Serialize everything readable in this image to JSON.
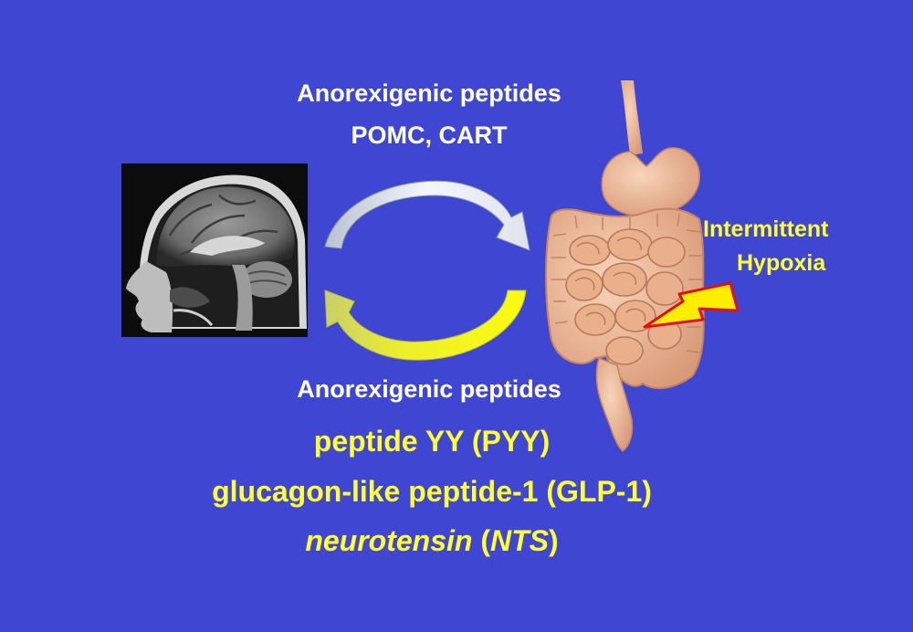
{
  "top": {
    "heading": "Anorexigenic peptides",
    "peptides": "POMC, CART"
  },
  "bottom": {
    "heading": "Anorexigenic peptides",
    "pyy": "peptide YY (PYY)",
    "glp1": "glucagon-like peptide-1 (GLP-1)",
    "nts_name": "neurotensin",
    "nts_open": " (",
    "nts_abbr": "NTS",
    "nts_close": ")"
  },
  "stimulus": {
    "line1": "Intermittent",
    "line2": "Hypoxia"
  },
  "colors": {
    "background": "#3f47d2",
    "white_text": "#ffffff",
    "yellow_text": "#ffff33",
    "top_arrow": "#e8ecf4",
    "bottom_arrow": "#f0f020",
    "lightning_fill": "#ffee00",
    "lightning_stroke": "#e01010",
    "gut": "#f0b894"
  },
  "icons": [
    "brain-mri-image",
    "gastrointestinal-tract-image",
    "lightning-bolt-icon",
    "curved-arrow-icon"
  ]
}
